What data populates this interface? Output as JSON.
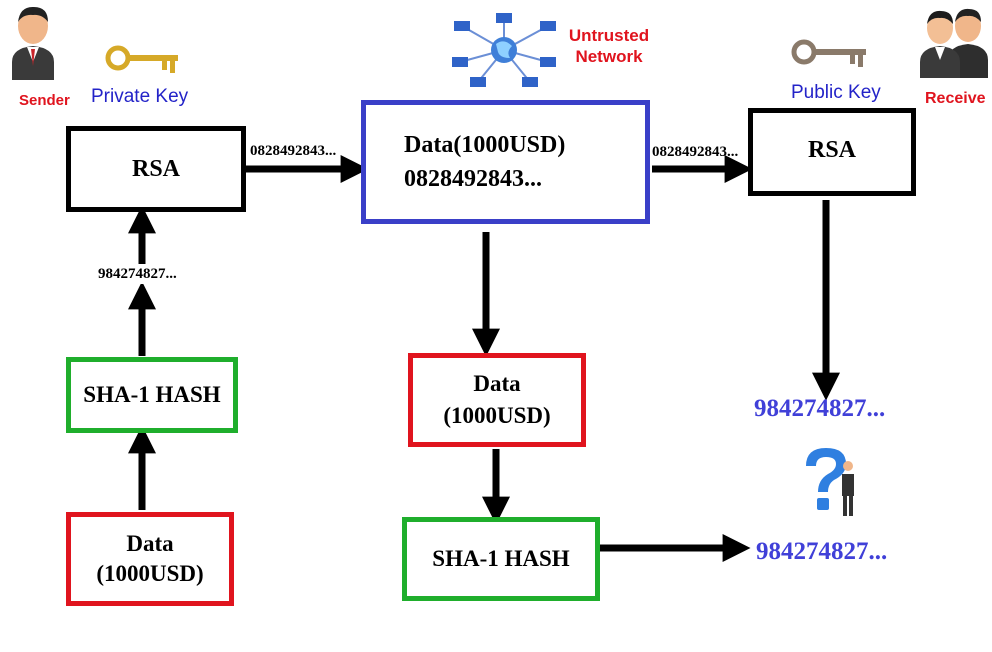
{
  "sender": {
    "label": "Sender",
    "key_label": "Private Key"
  },
  "receiver": {
    "label": "Receive",
    "key_label": "Public Key"
  },
  "network": {
    "line1": "Untrusted",
    "line2": "Network"
  },
  "left": {
    "rsa": "RSA",
    "hash_value": "984274827...",
    "sha": "SHA-1 HASH",
    "data_line1": "Data",
    "data_line2": "(1000USD)"
  },
  "center": {
    "line1": "Data(1000USD)",
    "line2": "0828492843...",
    "data_line1": "Data",
    "data_line2": "(1000USD)",
    "sha": "SHA-1 HASH"
  },
  "right": {
    "rsa": "RSA",
    "decrypted_hash": "984274827...",
    "computed_hash": "984274827..."
  },
  "signature_out": "0828492843...",
  "signature_in": "0828492843...",
  "icons": [
    "sender-person-icon",
    "private-key-icon",
    "network-icon",
    "public-key-icon",
    "receiver-persons-icon",
    "question-mark-icon"
  ],
  "colors": {
    "black": "#000000",
    "blue": "#3a3fc8",
    "red": "#e0141e",
    "green": "#1fae2c",
    "hash_text": "#4040d8"
  }
}
